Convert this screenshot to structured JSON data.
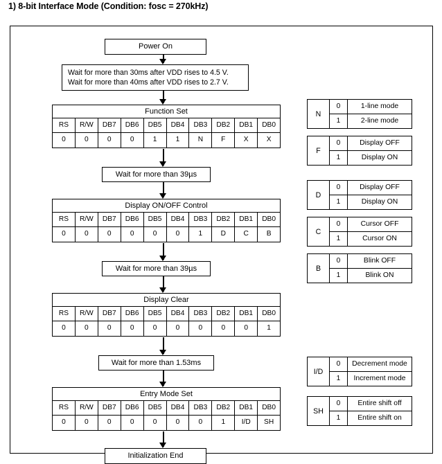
{
  "title": "1) 8-bit Interface Mode (Condition: fosc = 270kHz)",
  "flow": {
    "power_on": "Power On",
    "power_wait_line1": "Wait for more than 30ms after VDD rises to 4.5 V.",
    "power_wait_line2": "Wait for more than 40ms after VDD rises to 2.7 V.",
    "wait_39us_a": "Wait for more than 39µs",
    "wait_39us_b": "Wait for more than 39µs",
    "wait_153ms": "Wait for more than 1.53ms",
    "init_end": "Initialization End"
  },
  "bit_headers": [
    "RS",
    "R/W",
    "DB7",
    "DB6",
    "DB5",
    "DB4",
    "DB3",
    "DB2",
    "DB1",
    "DB0"
  ],
  "commands": [
    {
      "name": "function-set",
      "title": "Function Set",
      "values": [
        "0",
        "0",
        "0",
        "0",
        "1",
        "1",
        "N",
        "F",
        "X",
        "X"
      ]
    },
    {
      "name": "display-on-off-control",
      "title": "Display ON/OFF Control",
      "values": [
        "0",
        "0",
        "0",
        "0",
        "0",
        "0",
        "1",
        "D",
        "C",
        "B"
      ]
    },
    {
      "name": "display-clear",
      "title": "Display Clear",
      "values": [
        "0",
        "0",
        "0",
        "0",
        "0",
        "0",
        "0",
        "0",
        "0",
        "1"
      ]
    },
    {
      "name": "entry-mode-set",
      "title": "Entry Mode Set",
      "values": [
        "0",
        "0",
        "0",
        "0",
        "0",
        "0",
        "0",
        "1",
        "I/D",
        "SH"
      ]
    }
  ],
  "legends": [
    {
      "name": "n",
      "symbol": "N",
      "bit0": "0",
      "desc0": "1-line mode",
      "bit1": "1",
      "desc1": "2-line mode"
    },
    {
      "name": "f",
      "symbol": "F",
      "bit0": "0",
      "desc0": "Display OFF",
      "bit1": "1",
      "desc1": "Display ON"
    },
    {
      "name": "d",
      "symbol": "D",
      "bit0": "0",
      "desc0": "Display OFF",
      "bit1": "1",
      "desc1": "Display ON"
    },
    {
      "name": "c",
      "symbol": "C",
      "bit0": "0",
      "desc0": "Cursor OFF",
      "bit1": "1",
      "desc1": "Cursor ON"
    },
    {
      "name": "b",
      "symbol": "B",
      "bit0": "0",
      "desc0": "Blink OFF",
      "bit1": "1",
      "desc1": "Blink ON"
    },
    {
      "name": "id",
      "symbol": "I/D",
      "bit0": "0",
      "desc0": "Decrement mode",
      "bit1": "1",
      "desc1": "Increment mode"
    },
    {
      "name": "sh",
      "symbol": "SH",
      "bit0": "0",
      "desc0": "Entire shift off",
      "bit1": "1",
      "desc1": "Entire shift on"
    }
  ]
}
